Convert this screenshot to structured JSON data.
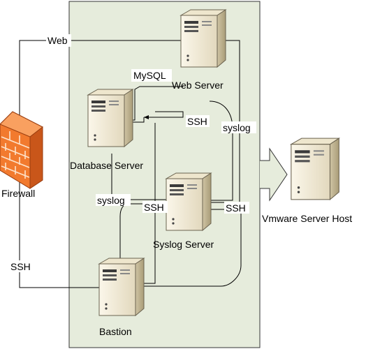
{
  "nodes": {
    "web_server": {
      "label": "Web Server"
    },
    "database_server": {
      "label": "Database Server"
    },
    "syslog_server": {
      "label": "Syslog Server"
    },
    "bastion": {
      "label": "Bastion"
    },
    "firewall": {
      "label": "Firewall"
    },
    "vmware_host": {
      "label": "Vmware Server Host"
    }
  },
  "edges": {
    "web": "Web",
    "mysql": "MySQL",
    "ssh_db_web": "SSH",
    "syslog_web": "syslog",
    "syslog_db": "syslog",
    "ssh_syslog_bastion": "SSH",
    "ssh_right": "SSH",
    "ssh_firewall_bastion": "SSH"
  },
  "colors": {
    "host_panel": "#e6ecdc",
    "server_light": "#f2ecd8",
    "server_mid": "#d8cfb4",
    "server_dark": "#b4a886",
    "firewall_brick": "#f27a2e",
    "firewall_mortar": "#fde3cc"
  }
}
